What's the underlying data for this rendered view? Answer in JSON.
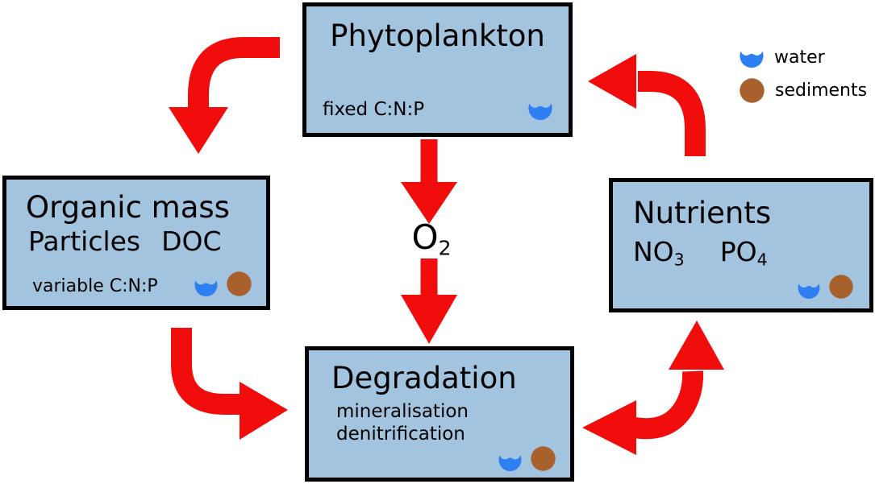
{
  "colors": {
    "box-fill": "#a2c4de",
    "arrow-red": "#f20d0d",
    "water-blue": "#2e7ff1",
    "sediment-brown": "#a8602c",
    "border": "#000000"
  },
  "boxes": {
    "phytoplankton": {
      "title": "Phytoplankton",
      "note": "fixed C:N:P"
    },
    "organic_mass": {
      "title": "Organic mass",
      "line2_left": "Particles",
      "line2_right": "DOC",
      "note": "variable C:N:P"
    },
    "nutrients": {
      "title": "Nutrients",
      "chems": [
        {
          "main": "NO",
          "sub": "3"
        },
        {
          "main": "PO",
          "sub": "4"
        }
      ]
    },
    "degradation": {
      "title": "Degradation",
      "notes": [
        "mineralisation",
        "denitrification"
      ]
    }
  },
  "flow_label": {
    "main": "O",
    "sub": "2"
  },
  "legend": {
    "items": [
      {
        "icon": "water-icon",
        "label": "water"
      },
      {
        "icon": "sediment-icon",
        "label": "sediments"
      }
    ]
  }
}
